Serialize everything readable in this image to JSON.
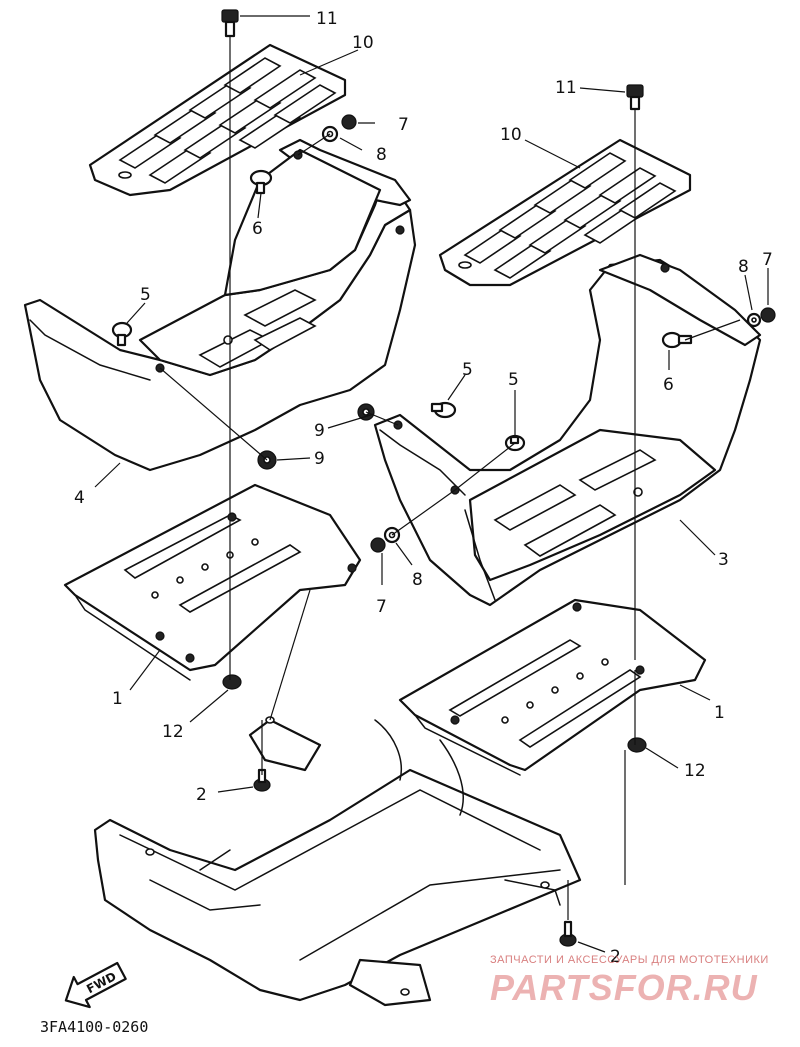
{
  "diagram": {
    "code": "3FA4100-0260",
    "fwd_label": "FWD",
    "callouts": {
      "c1_left": "1",
      "c1_right": "1",
      "c2_top": "2",
      "c2_bottom": "2",
      "c3": "3",
      "c4": "4",
      "c5_left": "5",
      "c5_mid_a": "5",
      "c5_mid_b": "5",
      "c6_left": "6",
      "c6_right": "6",
      "c7_left_top": "7",
      "c7_mid": "7",
      "c7_right": "7",
      "c8_left_top": "8",
      "c8_mid": "8",
      "c8_right": "8",
      "c9_top": "9",
      "c9_bottom": "9",
      "c10_left": "10",
      "c10_right": "10",
      "c11_left": "11",
      "c11_right": "11",
      "c12_left": "12",
      "c12_right": "12"
    }
  },
  "watermark": {
    "tagline": "ЗАПЧАСТИ И АКСЕССУАРЫ ДЛЯ МОТОТЕХНИКИ",
    "brand": "PARTSFOR.RU"
  }
}
